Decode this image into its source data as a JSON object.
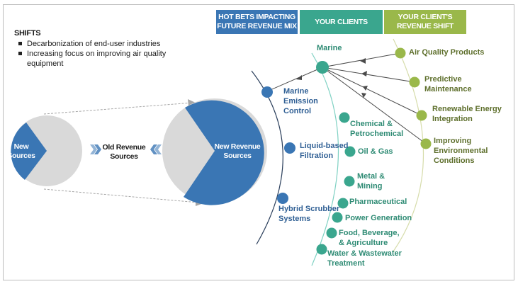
{
  "headers": {
    "hot_bets": "HOT BETS IMPACTING FUTURE REVENUE MIX",
    "hot_bets_line1": "HOT BETS IMPACTING",
    "hot_bets_line2": "FUTURE REVENUE MIX",
    "your_clients": "YOUR CLIENTS",
    "revenue_shift_line1": "YOUR CLIENT'S",
    "revenue_shift_line2": "REVENUE SHIFT"
  },
  "shifts": {
    "title": "SHIFTS",
    "items": [
      "Decarbonization of end-user industries",
      "Increasing focus on improving air quality equipment"
    ]
  },
  "revenue_mix": {
    "small_pie_label_line1": "New",
    "small_pie_label_line2": "Sources",
    "middle_label_line1": "Old Revenue",
    "middle_label_line2": "Sources",
    "large_pie_label_line1": "New Revenue",
    "large_pie_label_line2": "Sources"
  },
  "hot_bets": [
    {
      "line1": "Marine",
      "line2": "Emission",
      "line3": "Control"
    },
    {
      "line1": "Liquid-based",
      "line2": "Filtration"
    },
    {
      "line1": "Hybrid Scrubber",
      "line2": "Systems"
    }
  ],
  "clients": {
    "hub": "Marine",
    "items": [
      {
        "line1": "Chemical &",
        "line2": "Petrochemical"
      },
      {
        "line1": "Oil & Gas"
      },
      {
        "line1": "Metal &",
        "line2": "Mining"
      },
      {
        "line1": "Pharmaceutical"
      },
      {
        "line1": "Power Generation"
      },
      {
        "line1": "Food, Beverage,",
        "line2": "& Agriculture"
      },
      {
        "line1": "Water & Wastewater",
        "line2": "Treatment"
      }
    ]
  },
  "revenue_shift": [
    {
      "line1": "Air Quality Products"
    },
    {
      "line1": "Predictive",
      "line2": "Maintenance"
    },
    {
      "line1": "Renewable Energy",
      "line2": "Integration"
    },
    {
      "line1": "Improving",
      "line2": "Environmental",
      "line3": "Conditions"
    }
  ],
  "colors": {
    "blue": "#3a76b4",
    "teal": "#3aa68e",
    "green": "#9ab84a",
    "gray": "#d9d9d9"
  }
}
